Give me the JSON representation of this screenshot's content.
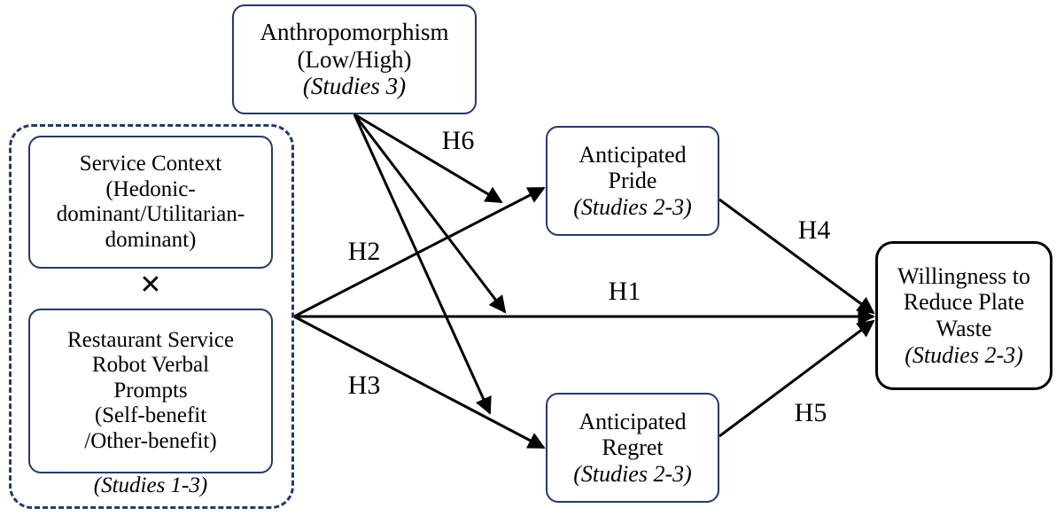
{
  "figure": {
    "type": "conceptual-model-diagram",
    "colors": {
      "navy_border": "#24396b",
      "black_border": "#000000",
      "arrow": "#000000",
      "background": "#ffffff"
    }
  },
  "nodes": {
    "anthropomorphism": {
      "lines": [
        "Anthropomorphism",
        "(Low/High)"
      ],
      "studies": "(Studies 3)"
    },
    "service_context": {
      "lines": [
        "Service Context",
        "(Hedonic-",
        "dominant/Utilitarian-",
        "dominant)"
      ]
    },
    "robot_prompts": {
      "lines": [
        "Restaurant Service",
        "Robot Verbal",
        "Prompts",
        "(Self-benefit",
        "/Other-benefit)"
      ]
    },
    "anticipated_pride": {
      "lines": [
        "Anticipated",
        "Pride"
      ],
      "studies": "(Studies 2-3)"
    },
    "anticipated_regret": {
      "lines": [
        "Anticipated",
        "Regret"
      ],
      "studies": "(Studies 2-3)"
    },
    "willingness": {
      "lines": [
        "Willingness to",
        "Reduce Plate",
        "Waste"
      ],
      "studies": "(Studies 2-3)"
    }
  },
  "group": {
    "operator": "✕",
    "caption": "(Studies 1-3)"
  },
  "hypotheses": [
    {
      "id": "H1",
      "label": "H1",
      "from": "independent-variables",
      "to": "willingness"
    },
    {
      "id": "H2",
      "label": "H2",
      "from": "independent-variables",
      "to": "anticipated-pride"
    },
    {
      "id": "H3",
      "label": "H3",
      "from": "independent-variables",
      "to": "anticipated-regret"
    },
    {
      "id": "H4",
      "label": "H4",
      "from": "anticipated-pride",
      "to": "willingness"
    },
    {
      "id": "H5",
      "label": "H5",
      "from": "anticipated-regret",
      "to": "willingness"
    },
    {
      "id": "H6",
      "label": "H6",
      "from": "anthropomorphism",
      "to": "moderated-paths"
    }
  ]
}
